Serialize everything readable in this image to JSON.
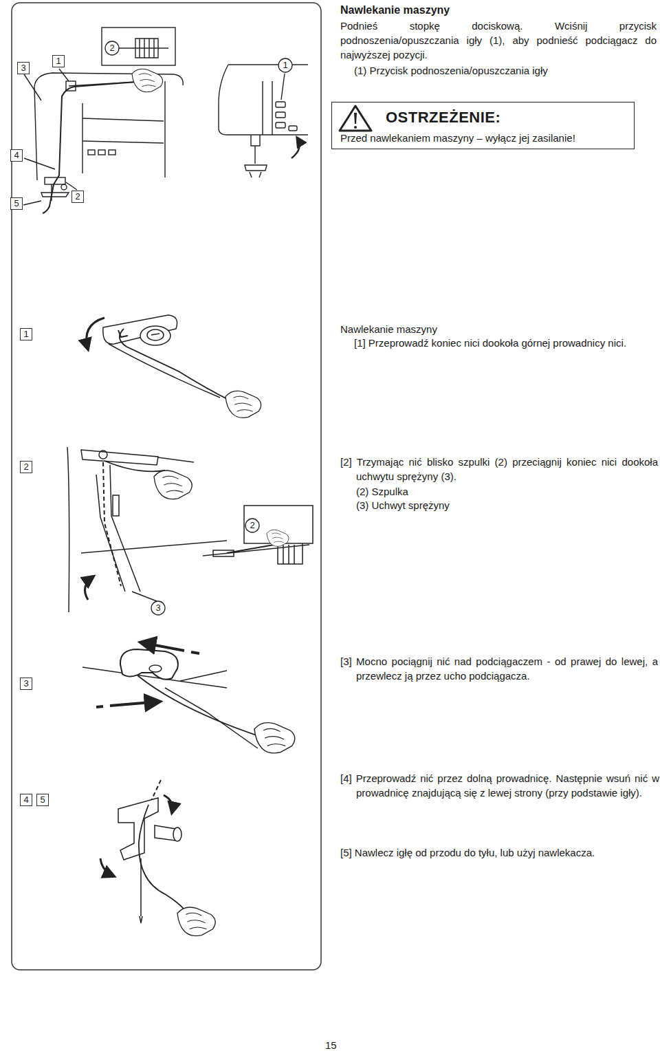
{
  "diagram": {
    "title": "Nawlekanie maszyny",
    "nodes": [
      {
        "text": [
          "3"
        ]
      },
      {
        "text": [
          "1"
        ]
      },
      {
        "text": [
          "2"
        ]
      },
      {
        "text": [
          "1"
        ]
      },
      {
        "text": [
          "OSTRZEŻENIE:",
          "Przed nawlekaniem maszyny – wyłącz jej zasilanie!"
        ]
      },
      {
        "text": [
          "4"
        ]
      },
      {
        "text": [
          "2"
        ]
      },
      {
        "text": [
          "5"
        ]
      },
      {
        "text": [
          "1"
        ]
      },
      {
        "text": [
          "2"
        ]
      },
      {
        "text": [
          "2"
        ]
      },
      {
        "text": [
          "3"
        ]
      },
      {
        "text": [
          "3"
        ]
      },
      {
        "text": [
          "4"
        ]
      },
      {
        "text": [
          "5"
        ]
      }
    ],
    "labels": [
      "Podnieś stopkę dociskową. Wciśnij przycisk podnoszenia/opuszczania igły (1), aby podnieść podciągacz do najwyższej pozycji.",
      "(1) Przycisk podnoszenia/opuszczania igły",
      "Nawlekanie maszyny",
      "[1] Przeprowadź koniec nici dookoła górnej prowadnicy nici.",
      "[2] Trzymając nić blisko szpulki (2) przeciągnij koniec nici dookoła uchwytu sprężyny (3).",
      "(2) Szpulka",
      "(3) Uchwyt sprężyny",
      "[3] Mocno pociągnij nić nad podciągaczem - od prawej do lewej, a przewlecz ją przez ucho podciągacza.",
      "[4] Przeprowadź nić przez dolną prowadnicę. Następnie wsuń nić w prowadnicę znajdującą się z lewej strony (przy podstawie igły).",
      "[5] Nawlecz igłę od przodu do tyłu, lub użyj nawlekacza.",
      "15"
    ]
  }
}
